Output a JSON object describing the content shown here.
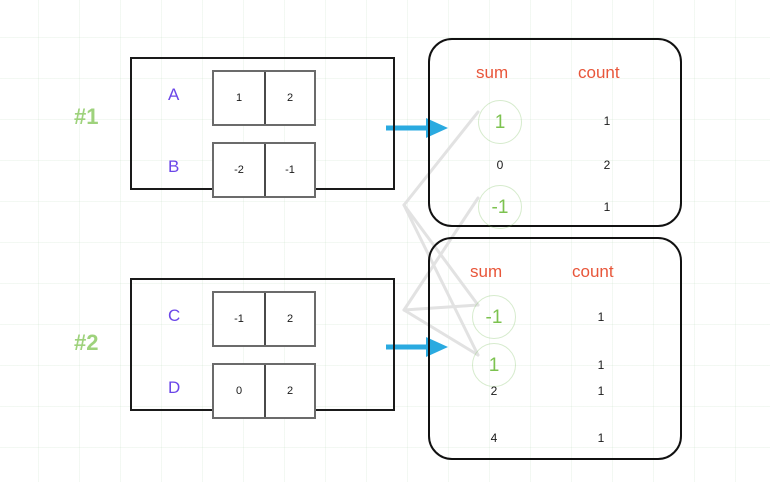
{
  "diagram": {
    "title": "shuffle-merge-sum-count-diagram",
    "colors": {
      "group_tag": "#9ed27c",
      "row_label": "#6b46e8",
      "column_header": "#e8563a",
      "highlight_value": "#7cc24f",
      "arrow": "#2aaae0",
      "box_border": "#1a1a1a",
      "cell_border": "#6b6b6b",
      "grid": "#e8f0e8"
    },
    "groups": [
      {
        "tag": "#1",
        "rows": [
          {
            "label": "A",
            "cells": [
              "1",
              "2"
            ]
          },
          {
            "label": "B",
            "cells": [
              "-2",
              "-1"
            ]
          }
        ]
      },
      {
        "tag": "#2",
        "rows": [
          {
            "label": "C",
            "cells": [
              "-1",
              "2"
            ]
          },
          {
            "label": "D",
            "cells": [
              "0",
              "2"
            ]
          }
        ]
      }
    ],
    "panels": [
      {
        "name": "partition-1",
        "headers": {
          "sum": "sum",
          "count": "count"
        },
        "rows": [
          {
            "sum": "1",
            "count": "1",
            "highlight": true
          },
          {
            "sum": "0",
            "count": "2",
            "highlight": false
          },
          {
            "sum": "-1",
            "count": "1",
            "highlight": true
          }
        ]
      },
      {
        "name": "partition-2",
        "headers": {
          "sum": "sum",
          "count": "count"
        },
        "rows": [
          {
            "sum": "-1",
            "count": "1",
            "highlight": true
          },
          {
            "sum": "1",
            "count": "1",
            "highlight": true
          },
          {
            "sum": "2",
            "count": "1",
            "highlight": false
          },
          {
            "sum": "4",
            "count": "1",
            "highlight": false
          }
        ]
      }
    ],
    "arrows": [
      {
        "name": "arrow-group1-to-panel1"
      },
      {
        "name": "arrow-group2-to-panel2"
      }
    ]
  }
}
